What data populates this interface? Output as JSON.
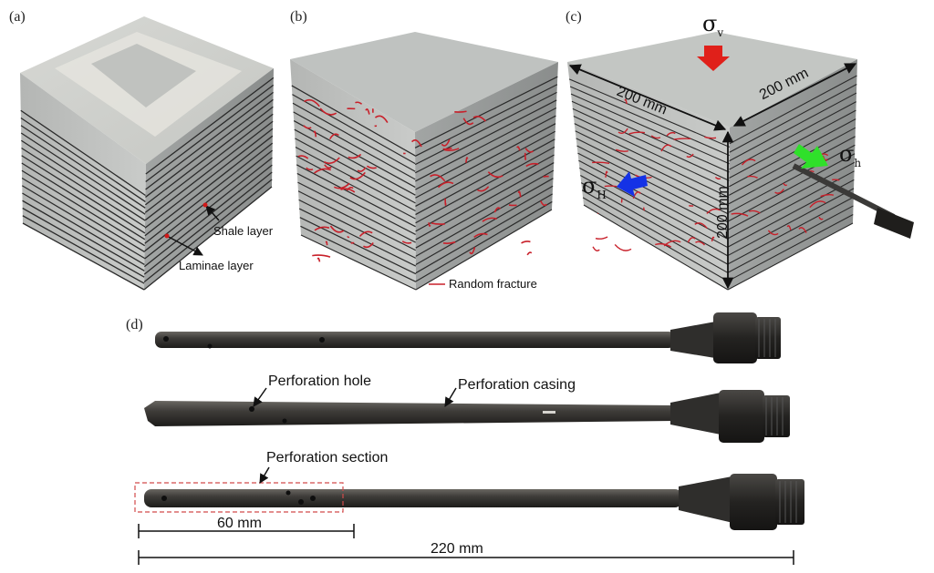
{
  "panels": {
    "a": {
      "label": "(a)",
      "annotations": {
        "shale_layer": "Shale layer",
        "laminae_layer": "Laminae layer"
      }
    },
    "b": {
      "label": "(b)",
      "annotations": {
        "random_fracture": "Random fracture"
      }
    },
    "c": {
      "label": "(c)",
      "dimensions": {
        "width": "200 mm",
        "depth": "200 mm",
        "height": "200 mm"
      },
      "stresses": {
        "vertical": {
          "symbol": "σ",
          "subscript": "v",
          "arrow_color": "#e0201a"
        },
        "max_horizontal": {
          "symbol": "σ",
          "subscript": "H",
          "arrow_color": "#1432e6"
        },
        "min_horizontal": {
          "symbol": "σ",
          "subscript": "h",
          "arrow_color": "#2fe02a"
        }
      }
    },
    "d": {
      "label": "(d)",
      "annotations": {
        "perforation_hole": "Perforation hole",
        "perforation_casing": "Perforation casing",
        "perforation_section": "Perforation section"
      },
      "dimensions": {
        "section_length": "60 mm",
        "total_length": "220 mm"
      }
    }
  },
  "colors": {
    "fracture": "#c8202a",
    "concrete": "#b9bcba",
    "steel": "#3b3a38"
  }
}
